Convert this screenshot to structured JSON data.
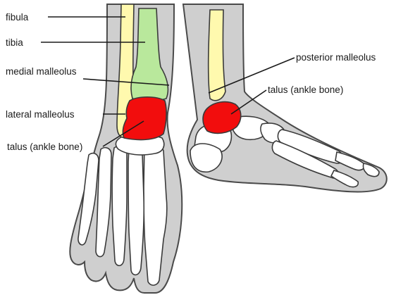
{
  "labels": {
    "fibula": "fibula",
    "tibia": "tibia",
    "medial_malleolus": "medial malleolus",
    "lateral_malleolus": "lateral malleolus",
    "talus_front": "talus (ankle bone)",
    "posterior_malleolus": "posterior malleolus",
    "talus_side": "talus (ankle bone)"
  },
  "colors": {
    "skin": "#cfcfcf",
    "bone": "#ffffff",
    "fibula": "#fff9ae",
    "tibia": "#b9e89c",
    "talus": "#f20d0d",
    "leader": "#1a1a1a"
  }
}
